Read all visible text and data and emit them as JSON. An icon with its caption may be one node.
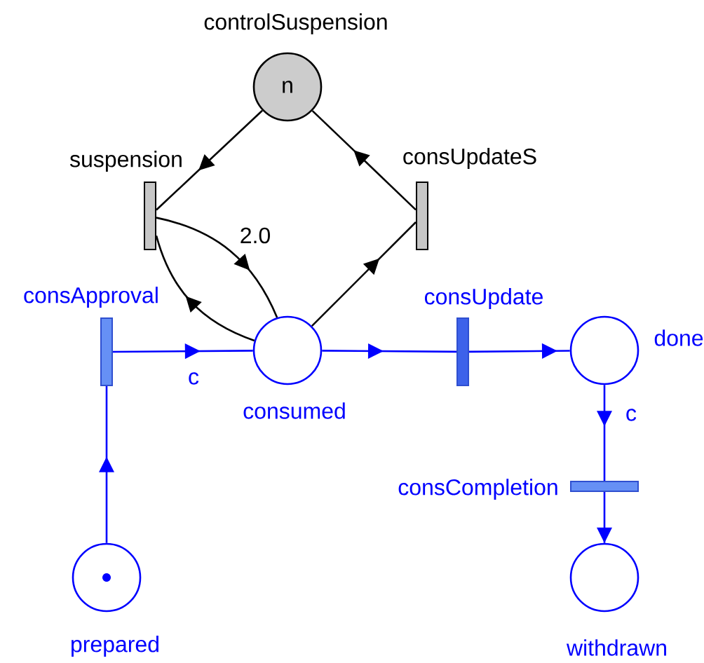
{
  "diagram": {
    "nodes": [
      {
        "text": [
          "controlSuspension",
          "n"
        ]
      },
      {
        "text": [
          "suspension"
        ]
      },
      {
        "text": [
          "consUpdateS"
        ]
      },
      {
        "text": [
          "consApproval"
        ]
      },
      {
        "text": [
          "consumed"
        ]
      },
      {
        "text": [
          "consUpdate"
        ]
      },
      {
        "text": [
          "done"
        ]
      },
      {
        "text": [
          "consCompletion"
        ]
      },
      {
        "text": [
          "prepared"
        ]
      },
      {
        "text": [
          "withdrawn"
        ]
      }
    ],
    "edges": [
      {
        "from": 0,
        "to": 1,
        "arrow": "to",
        "color": "#000000"
      },
      {
        "from": 2,
        "to": 0,
        "arrow": "to",
        "color": "#000000"
      },
      {
        "from": 1,
        "to": 4,
        "arrow": "to",
        "label": "2.0",
        "color": "#000000"
      },
      {
        "from": 4,
        "to": 1,
        "arrow": "to",
        "color": "#000000"
      },
      {
        "from": 4,
        "to": 2,
        "arrow": "to",
        "color": "#000000"
      },
      {
        "from": 8,
        "to": 3,
        "arrow": "to"
      },
      {
        "from": 3,
        "to": 4,
        "arrow": "to",
        "label": "c"
      },
      {
        "from": 4,
        "to": 5,
        "arrow": "to"
      },
      {
        "from": 5,
        "to": 6,
        "arrow": "to"
      },
      {
        "from": 6,
        "to": 7,
        "arrow": "to",
        "label": "c"
      },
      {
        "from": 7,
        "to": 9,
        "arrow": "to"
      }
    ]
  }
}
